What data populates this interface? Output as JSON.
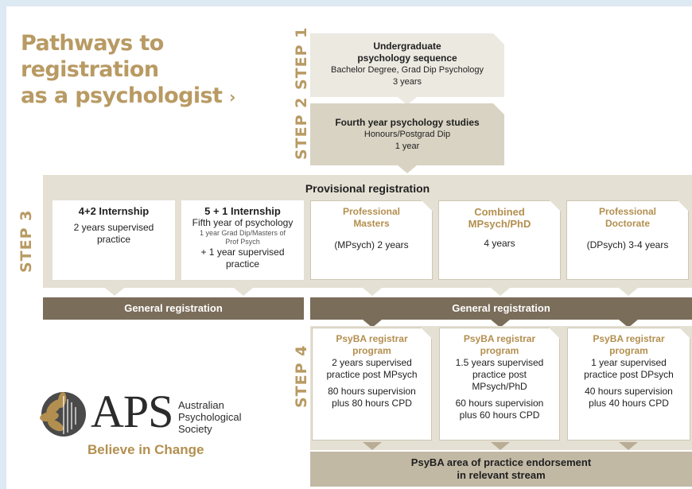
{
  "title": {
    "line1": "Pathways to registration",
    "line2": "as a psychologist",
    "chevron": "›"
  },
  "steps": {
    "step1": "STEP 1",
    "step2": "STEP 2",
    "step3": "STEP 3",
    "step4": "STEP 4"
  },
  "step1_card": {
    "heading_line1": "Undergraduate",
    "heading_line2": "psychology sequence",
    "line3": "Bachelor Degree, Grad Dip Psychology",
    "line4": "3 years"
  },
  "step2_card": {
    "heading": "Fourth year psychology studies",
    "line2": "Honours/Postgrad Dip",
    "line3": "1 year"
  },
  "provisional_title": "Provisional registration",
  "internships": [
    {
      "heading": "4+2 Internship",
      "body_line1": "2 years supervised",
      "body_line2": "practice"
    },
    {
      "heading": "5 + 1 Internship",
      "subheading": "Fifth year of psychology",
      "small_line1": "1 year Grad Dip/Masters of",
      "small_line2": "Prof Psych",
      "body_line1": "+ 1 year supervised",
      "body_line2": "practice"
    }
  ],
  "programs": [
    {
      "heading_line1": "Professional",
      "heading_line2": "Masters",
      "body": "(MPsych) 2 years"
    },
    {
      "heading_line1": "Combined",
      "heading_line2": "MPsych/PhD",
      "body": "4 years"
    },
    {
      "heading_line1": "Professional",
      "heading_line2": "Doctorate",
      "body": "(DPsych) 3-4 years"
    }
  ],
  "general_registration_left": "General registration",
  "general_registration_right": "General registration",
  "registrar": [
    {
      "heading_line1": "PsyBA registrar",
      "heading_line2": "program",
      "body_line1": "2 years supervised",
      "body_line2": "practice post MPsych",
      "body_line3": "",
      "sup_line1": "80 hours supervision",
      "sup_line2": "plus 80 hours CPD"
    },
    {
      "heading_line1": "PsyBA registrar",
      "heading_line2": "program",
      "body_line1": "1.5 years supervised",
      "body_line2": "practice post",
      "body_line3": "MPsych/PhD",
      "sup_line1": "60 hours supervision",
      "sup_line2": "plus 60 hours CPD"
    },
    {
      "heading_line1": "PsyBA registrar",
      "heading_line2": "program",
      "body_line1": "1 year supervised",
      "body_line2": "practice post DPsych",
      "body_line3": "",
      "sup_line1": "40 hours supervision",
      "sup_line2": "plus 40 hours CPD"
    }
  ],
  "endorsement": {
    "line1": "PsyBA area of practice endorsement",
    "line2": "in relevant stream"
  },
  "logo": {
    "name": "APS",
    "sub_line1": "Australian",
    "sub_line2": "Psychological",
    "sub_line3": "Society",
    "tagline": "Believe in Change"
  },
  "colors": {
    "gold": "#b38f4f",
    "dark_bar": "#7a6d5a",
    "light_band": "#e5e0d4",
    "step1_bg": "#ece9e1",
    "step2_bg": "#d9d3c3"
  }
}
